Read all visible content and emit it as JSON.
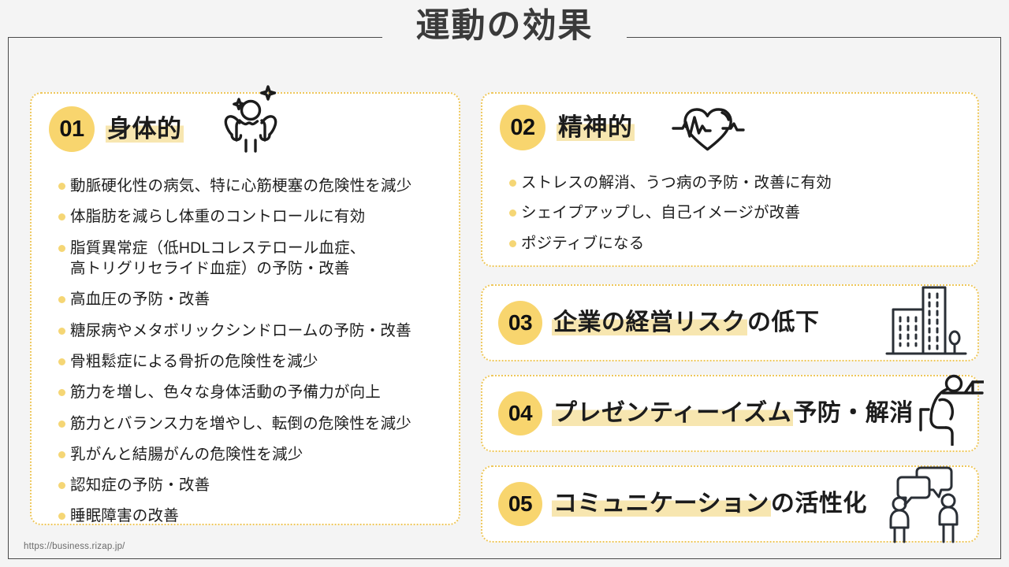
{
  "slide": {
    "title": "運動の効果",
    "footer_url": "https://business.rizap.jp/",
    "accent_yellow": "#f8d56e",
    "highlight_yellow": "#f7e6b0",
    "border_dotted": "#eec75b",
    "frame_color": "#4a4a4a",
    "background": "#f4f4f4"
  },
  "cards": [
    {
      "number": "01",
      "heading_highlight": "身体的",
      "heading_plain": "",
      "icon": "flexing-person-sparkle-icon",
      "bullets": [
        "動脈硬化性の病気、特に心筋梗塞の危険性を減少",
        "体脂肪を減らし体重のコントロールに有効",
        "脂質異常症（低HDLコレステロール血症、\n高トリグリセライド血症）の予防・改善",
        "高血圧の予防・改善",
        "糖尿病やメタボリックシンドロームの予防・改善",
        "骨粗鬆症による骨折の危険性を減少",
        "筋力を増し、色々な身体活動の予備力が向上",
        "筋力とバランス力を増やし、転倒の危険性を減少",
        "乳がんと結腸がんの危険性を減少",
        "認知症の予防・改善",
        "睡眠障害の改善"
      ]
    },
    {
      "number": "02",
      "heading_highlight": "精神的",
      "heading_plain": "",
      "icon": "heart-heartbeat-icon",
      "bullets": [
        "ストレスの解消、うつ病の予防・改善に有効",
        "シェイプアップし、自己イメージが改善",
        "ポジティブになる"
      ]
    },
    {
      "number": "03",
      "heading_highlight": "企業の経営リスク",
      "heading_plain": "の低下",
      "icon": "office-buildings-icon",
      "bullets": []
    },
    {
      "number": "04",
      "heading_highlight": "プレゼンティーイズム",
      "heading_plain": "予防・解消",
      "icon": "tired-person-at-desk-icon",
      "bullets": []
    },
    {
      "number": "05",
      "heading_highlight": "コミュニケーション",
      "heading_plain": "の活性化",
      "icon": "two-people-speech-bubbles-icon",
      "bullets": []
    }
  ]
}
